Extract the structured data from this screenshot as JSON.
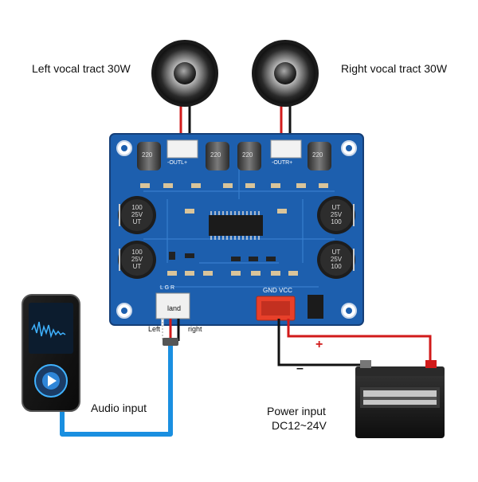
{
  "labels": {
    "left_speaker": "Left vocal tract 30W",
    "right_speaker": "Right vocal tract 30W",
    "audio_input": "Audio input",
    "power_input_line1": "Power input",
    "power_input_line2": "DC12~24V",
    "audio_left": "Left",
    "audio_ground": "land",
    "audio_right": "right",
    "polarity_positive": "+",
    "polarity_negative": "–"
  },
  "board": {
    "terminal_left_out": "-OUTL+",
    "terminal_right_out": "-OUTR+",
    "input_header": "L  G  R",
    "power_header": "GND VCC",
    "cap_small_value": "220",
    "cap_big_value_1": "100",
    "cap_big_value_2": "25V",
    "cap_big_value_3": "UT"
  },
  "colors": {
    "board_blue": "#1d5fae",
    "wire_audio": "#1a8fe0",
    "wire_positive": "#d11a1a",
    "wire_negative": "#111111",
    "connector_red": "#e8402a"
  }
}
